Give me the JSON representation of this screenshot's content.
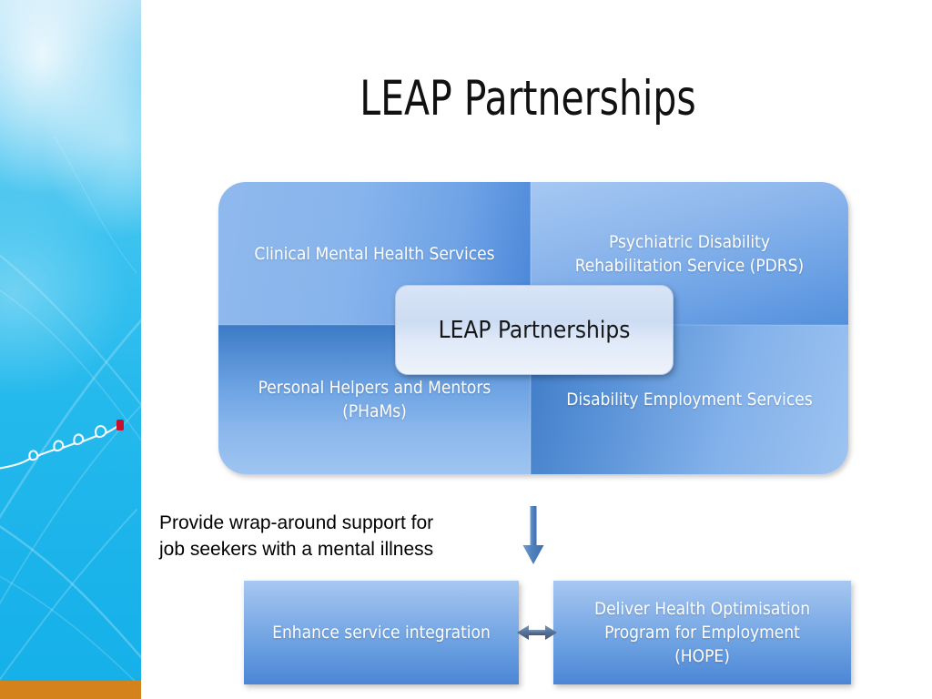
{
  "slide": {
    "title": "LEAP Partnerships",
    "caption": {
      "line1": "Provide wrap-around support for",
      "line2": "job seekers with a mental illness"
    }
  },
  "matrix": {
    "center_label": "LEAP Partnerships",
    "quadrants": [
      {
        "id": "top-left",
        "label": "Clinical Mental Health Services"
      },
      {
        "id": "top-right",
        "label_line1": "Psychiatric Disability",
        "label_line2": "Rehabilitation Service (PDRS)"
      },
      {
        "id": "bottom-left",
        "label_line1": "Personal Helpers and Mentors",
        "label_line2": "(PHaMs)"
      },
      {
        "id": "bottom-right",
        "label": "Disability Employment Services"
      }
    ]
  },
  "outcomes": {
    "left_box": "Enhance service integration",
    "right_box_line1": "Deliver Health Optimisation",
    "right_box_line2": "Program for Employment",
    "right_box_line3": "(HOPE)"
  },
  "theme": {
    "sidebar_sky_top": "#b9e4f7",
    "sidebar_sky_bottom": "#16b0e9",
    "sidebar_accent_bar": "#d4821b",
    "marker_red": "#c8102e",
    "box_blue_light": "#a7c8f1",
    "box_blue_dark": "#4b86d6",
    "arrow_blue": "#4f81bd",
    "arrow_gray_blue": "#5f7fa6",
    "text_white": "#ffffff",
    "text_dark": "#171717",
    "page_background": "#ffffff"
  },
  "icons": {
    "down_arrow": "arrow-down-icon",
    "bidirectional_arrow": "arrow-left-right-icon",
    "contrail": "airplane-contrail-icon",
    "marker": "red-marker-icon"
  }
}
